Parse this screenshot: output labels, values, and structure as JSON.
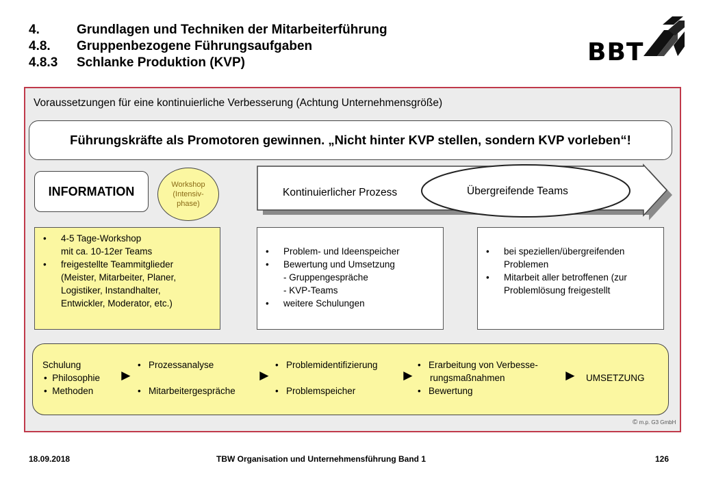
{
  "header": {
    "line1_num": "4.",
    "line1_text": "Grundlagen und Techniken der Mitarbeiterführung",
    "line2_num": "4.8.",
    "line2_text": "Gruppenbezogene Führungsaufgaben",
    "line3_num": "4.8.3",
    "line3_text": "Schlanke Produktion (KVP)"
  },
  "logo": {
    "text": "BBT"
  },
  "panel": {
    "subtitle": "Voraussetzungen für eine kontinuierliche Verbesserung (Achtung Unternehmensgröße)",
    "banner": "Führungskräfte als Promotoren gewinnen. „Nicht hinter KVP stellen, sondern KVP vorleben“!"
  },
  "phases": {
    "information": "INFORMATION",
    "workshop_line1": "Workshop",
    "workshop_line2": "(Intensiv-",
    "workshop_line3": "phase)",
    "process": "Kontinuierlicher Prozess",
    "teams": "Übergreifende Teams"
  },
  "box1": {
    "b1_l1": "4-5 Tage-Workshop",
    "b1_l2": "mit ca. 10-12er Teams",
    "b2_l1": "freigestellte Teammitglieder",
    "b2_l2": "(Meister, Mitarbeiter, Planer,",
    "b2_l3": "Logistiker, Instandhalter,",
    "b2_l4": "Entwickler, Moderator, etc.)"
  },
  "box2": {
    "b1": "Problem- und Ideenspeicher",
    "b2_l1": "Bewertung und Umsetzung",
    "b2_l2": "- Gruppengespräche",
    "b2_l3": "- KVP-Teams",
    "b3": "weitere Schulungen"
  },
  "box3": {
    "b1_l1": "bei speziellen/übergreifenden",
    "b1_l2": "Problemen",
    "b2_l1": "Mitarbeit aller betroffenen (zur",
    "b2_l2": "Problemlösung freigestellt"
  },
  "chain": {
    "c1_title": "Schulung",
    "c1_i1": "Philosophie",
    "c1_i2": "Methoden",
    "c2_i1": "Prozessanalyse",
    "c2_i2": "Mitarbeitergespräche",
    "c3_i1": "Problemidentifizierung",
    "c3_i2": "Problemspeicher",
    "c4_i1_l1": "Erarbeitung von Verbesse-",
    "c4_i1_l2": "rungsmaßnahmen",
    "c4_i2": "Bewertung",
    "c5": "UMSETZUNG",
    "arrow_glyph": "►"
  },
  "copyright": {
    "symbol": "©",
    "text": "m.p. G3 GmbH"
  },
  "footer": {
    "date": "18.09.2018",
    "title": "TBW Organisation und Unternehmensführung Band 1",
    "page": "126"
  },
  "colors": {
    "accent_red": "#c0394a",
    "yellow": "#fbf7a1",
    "panel_gray": "#ececec",
    "arrow_gray": "#8a8a8a"
  }
}
